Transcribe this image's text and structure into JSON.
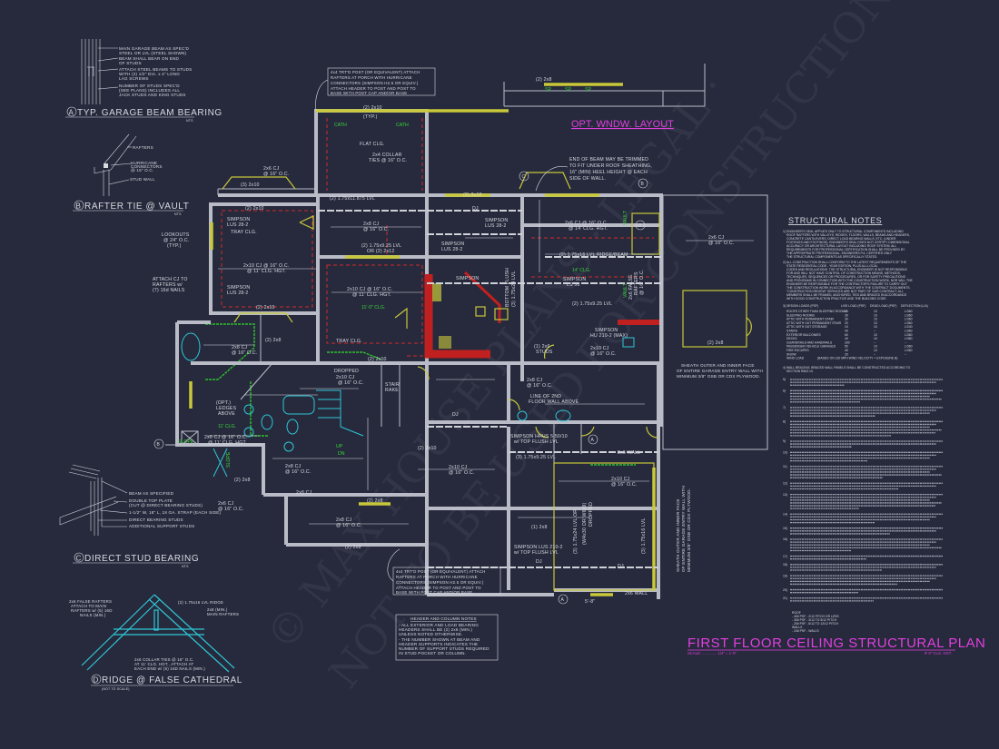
{
  "sheet": {
    "title": "FIRST FLOOR CEILING STRUCTURAL PLAN",
    "scale_label": "SCALE: .............. 1/4\" = 1'-0\"",
    "ceiling_height": "9'-0\" CLG. HGT.",
    "opt_window_layout": "OPT. WNDW. LAYOUT",
    "watermark": "© Max House Plans — Not To Be Used For Construction — LEGAL"
  },
  "details": {
    "a": {
      "title": "TYP. GARAGE BEAM BEARING",
      "nts": "NTS",
      "marker": "A",
      "notes": [
        "MAIN GARAGE BEAM AS SPEC'D",
        "STEEL OR LVL (STEEL SHOWN)",
        "BEAM SHALL BEAR ON END",
        "OF STUDS",
        "ATTACH STEEL BEAMS TO STUDS",
        "WITH (2) 1/2\" DIA. x 4\" LONG",
        "LAG SCREWS",
        "NUMBER OF STUDS SPEC'D",
        "(SEE PLANS) INCLUDES ALL",
        "JACK STUDS AND KING STUDS"
      ]
    },
    "b": {
      "title": "RAFTER TIE @ VAULT",
      "nts": "NTS",
      "marker": "B",
      "notes": [
        "RAFTERS",
        "HURRICANE",
        "CONNECTORS",
        "@ 16\" O.C.",
        "STUD WALL"
      ]
    },
    "c": {
      "title": "DIRECT STUD BEARING",
      "nts": "NTS",
      "marker": "C",
      "notes": [
        "BEAM AS SPECIFIED",
        "DOUBLE TOP PLATE",
        "(CUT @ DIRECT BEARING STUDS)",
        "1-1/2\" W, 18\" L, 18 GA. STRAP (EACH SIDE)",
        "DIRECT BEARING STUDS",
        "ADDITIONAL SUPPORT STUDS"
      ]
    },
    "d": {
      "title": "RIDGE @ FALSE CATHEDRAL",
      "nts": "(NOT TO SCALE)",
      "marker": "D",
      "notes": [
        "2x6 FALSE RAFTERS",
        "ATTACH TO MAIN",
        "RAFTERS w/ (5) 16D",
        "NAILS (MIN.)",
        "(2) 1.75x16 LVL RIDGE",
        "2x8 (MIN.)",
        "MAIN RAFTERS",
        "2x6 COLLAR TIES @ 16\" O.C.",
        "AT 11' CLG. HGT., ATTACH AT",
        "EACH END w/ (5) 16D NAILS (MIN.)"
      ]
    }
  },
  "callouts": {
    "porch_top": [
      "4x4 TRT'D POST (OR EQUIVALENT) ATTACH",
      "RAFTERS AT PORCH WITH HURRICANE",
      "CONNECTORS (SIMPSON H2.5 OR EQUIV.)",
      "ATTACH HEADER TO POST AND POST TO",
      "BASE WITH POST CAP AND/OR BASE"
    ],
    "porch_bottom": [
      "4x4 TRT'D POST (OR EQUIVALENT) ATTACH",
      "RAFTERS AT PORCH WITH HURRICANE",
      "CONNECTORS (SIMPSON H2.5 OR EQUIV.)",
      "ATTACH HEADER TO POST AND POST TO",
      "BASE WITH POST CAP AND/OR BASE"
    ],
    "beam_end": [
      "END OF BEAM MAY BE TRIMMED",
      "TO FIT UNDER ROOF SHEATHING,",
      "16\" (MIN) HEEL HEIGHT @ EACH",
      "SIDE OF WALL."
    ],
    "garage_sheath_1": [
      "SHEATH OUTER AND INNER FACE",
      "OF ENTIRE GARAGE ENTRY WALL WITH",
      "MINIMUM 3/8\" OSB OR CDX PLYWOOD."
    ],
    "garage_sheath_2": [
      "SHEATH OUTER AND INNER FACE",
      "OF ENTIRE GARAGE ENTRY WALL WITH",
      "MINIMUM 3/8\" OSB OR CDX PLYWOOD."
    ]
  },
  "header_column_notes": {
    "title": "HEADER AND COLUMN NOTES",
    "lines": [
      "- ALL EXTERIOR AND LOAD BEARING",
      "HEADERS SHALL BE (2) 2x6 (MIN.)",
      "UNLESS NOTED OTHERWISE.",
      "- THE NUMBER SHOWN AT BEAM AND",
      "HEADER SUPPORTS INDICATES THE",
      "NUMBER OF SUPPORT STUDS REQUIRED",
      "IN STUD POCKET OR COLUMN."
    ]
  },
  "plan_labels": {
    "l0": "(2) 2x10",
    "l1": "(TYP.)",
    "l2": "CATH",
    "l3": "CATH",
    "l4": "FLAT CLG.",
    "l5": "2x4 COLLAR",
    "l6": "TIES @ 16\" O.C.",
    "l7": "(2) 1.75x11.875 LVL",
    "l8": "2x6 CJ",
    "l9": "@ 16\" O.C.",
    "l10": "(3) 2x10",
    "l11": "(2) 2x10",
    "l12": "SIMPSON",
    "l13": "LUS 28-2",
    "l14": "TRAY CLG.",
    "l15": "LOOKOUTS",
    "l16": "@ 24\" O.C.",
    "l17": "(TYP.)",
    "l18": "2x10 CJ @ 16\" O.C.",
    "l19": "@ 11' CLG. HGT.",
    "l20": "ATTACH CJ TO",
    "l21": "RAFTERS w/",
    "l22": "(7) 16d NAILS",
    "l23": "SIMPSON",
    "l24": "LUS 28-2",
    "l25": "(2) 2x10",
    "l26": "2x8 CJ",
    "l27": "@ 16\" O.C.",
    "l28": "(2) 1.75x9.25 LVL",
    "l29": "OR (2) 2x12",
    "l30": "2x10 CJ @ 16\" O.C.",
    "l31": "@ 11' CLG. HGT.",
    "l32": "11'-0\" CLG.",
    "l33": "TRAY CLG.",
    "l34": "DJ",
    "l35": "(2) 2x10",
    "l36": "(2) 2x10",
    "l37": "2x6 CJ @ 16\" O.C.",
    "l38": "@ 14' CLG. HGT.",
    "l39": "(2) 1.75x16 LVL RIDGE/BEAM",
    "l40": "14' CLG.",
    "l41": "SIMPSON",
    "l42": "LS 50",
    "l43": "BOTTOM FLUSH",
    "l44": "(3) 1.75x24 LVL",
    "l45": "VAULT",
    "l46": "VAULT",
    "l47": "2x6 FALSE",
    "l48": "RAFTERS",
    "l49": "@ 16\" O.C.",
    "l50": "(2) 1.75x9.25 LVL",
    "l51": "SIMPSON",
    "l52": "HU 210-2 (MAX)",
    "l53": "2x10 CJ",
    "l54": "@ 16\" O.C.",
    "l55": "(1) 2x6",
    "l56": "STUDS",
    "l57": "2x8 CJ",
    "l58": "@ 16\" O.C.",
    "l59": "DROPPED",
    "l60": "2x10 CJ",
    "l61": "@ 16\" O.C.",
    "l62": "STAIR",
    "l63": "RAKE",
    "l64": "LINE OF 2ND",
    "l65": "FLOOR WALL ABOVE",
    "l66": "DJ",
    "l67": "SIMPSON HHUS 5.50/10",
    "l68": "w/ TOP FLUSH LVL",
    "l69": "(3) 1.75x9.25 LVL",
    "l70": "2x10 CJ",
    "l71": "@ 16\" O.C.",
    "l72": "(3) 1.75x24 LVL OR",
    "l73": "(W4x30 OR W6x9)",
    "l74": "DROPPED",
    "l75": "SIMPSON LUS 210-2",
    "l76": "w/ TOP FLUSH LVL",
    "l77": "DJ",
    "l78": "2x6 WALL",
    "l79": "(3) 1.75x16 LVL",
    "l80": "2x10 CJ",
    "l81": "@ 16\" O.C.",
    "l82": "2x6 WALL",
    "l83": "2x6 CJ",
    "l84": "@ 16\" O.C.",
    "l85": "(2) 2x8",
    "l86": "(2) 2x10",
    "l87": "2x8 CJ",
    "l88": "@ 16\" O.C.",
    "l89": "(2) 2x8",
    "l90": "(OPT.)",
    "l91": "LEDGES",
    "l92": "ABOVE",
    "l93": "11' CLG.",
    "l94": "2x6 CJ @ 16\" O.C.",
    "l95": "@ 11' CLG. HGT.",
    "l96": "2x8 CJ",
    "l97": "@ 16\" O.C.",
    "l98": "2x6 CJ",
    "l99": "@ 16\" O.C.",
    "l100": "SLOPE",
    "l101": "SLOPE",
    "l102": "2x8 CJ",
    "l103": "@ 16\" O.C.",
    "l104": "(2) 2x8",
    "l105": "(2) 2x8",
    "l106": "2x8 CJ",
    "l107": "@ 16\" O.C.",
    "l108": "(2) 2x8",
    "l109": "(2) 2x8",
    "l110": "SP",
    "l111": "SP",
    "l112": "SP",
    "l113": "(1) 2x8",
    "l114": "DJ",
    "l115": "5'-8\"",
    "l116": "UP",
    "l117": "DN"
  },
  "structural_notes": {
    "title": "STRUCTURAL NOTES",
    "note1": [
      "1) ENGINEER'S SEAL APPLIES ONLY TO STRUCTURAL COMPONENTS INCLUDING",
      "ROOF RAFTERS WITH VALLEYS, RIDGES, FLOORS, WALLS, BEAMS AND HEADERS,",
      "CONCRETE CANTILEVERS, DIRECT LOAD BEARING WALLS, ETC. (UNDER",
      "FOOTINGS AND FOOTINGS). ENGINEER'S SEAL DOES NOT CERTIFY DIMENSIONAL",
      "ACCURACY OR ARCHITECTURAL LAYOUT INCLUDING ROOF SYSTEM. ALL",
      "REQUIREMENTS FOR PROFESSIONAL CERTIFICATION SHALL BE PROVIDED BY",
      "THE APPROPRIATE PROFESSIONAL. ENGINEERS P.A. CERTIFIES ONLY",
      "THE STRUCTURAL COMPONENTS AS SPECIFICALLY STATED."
    ],
    "note2": [
      "2) ALL CONSTRUCTION SHALL CONFORM TO THE LATEST REQUIREMENTS OF THE",
      "STATE RESIDENTIAL CODE - YEAR EDITION, PLUS ALL LOCAL",
      "CODES AND REGULATIONS. THE STRUCTURAL ENGINEER IS NOT RESPONSIBLE",
      "FOR AND WILL NOT HAVE CONTROL OF CONSTRUCTION MEANS, METHODS,",
      "TECHNIQUES, SEQUENCES OR PROCEDURES, OR FOR SAFETY PRECAUTIONS",
      "AND PROGRAMS IN CONNECTION WITH THE CONSTRUCTION WORK, NOR WILL THE",
      "ENGINEER BE RESPONSIBLE FOR THE CONTRACTOR'S FAILURE TO CARRY OUT",
      "THE CONSTRUCTION WORK IN ACCORDANCE WITH THE CONTRACT DOCUMENTS.",
      "\"CONSTRUCTION REVIEW\" SERVICES ARE NOT PART OF OUR CONTRACT. ALL",
      "MEMBERS SHALL BE FRAMED, ANCHORED, TIED AND BRACED IN ACCORDANCE",
      "WITH GOOD CONSTRUCTION PRACTICE AND THE BUILDING CODE."
    ],
    "loads_header": [
      "3) DESIGN LOADS (PSF)",
      "LIVE LOAD (PSF)",
      "DEAD LOAD (PSF)",
      "DEFLECTION (L/Δ)"
    ],
    "loads": [
      [
        "ROOFS OTHER THAN SLEEPING ROOMS",
        "40",
        "10",
        "L/360"
      ],
      [
        "SLEEPING ROOMS",
        "30",
        "10",
        "L/360"
      ],
      [
        "ATTIC WITH PERMANENT STAIR",
        "30",
        "10",
        "L/360"
      ],
      [
        "ATTIC WITH OUT PERMANENT STAIR",
        "20",
        "10",
        "L/360"
      ],
      [
        "ATTIC WITH OUT STORAGE",
        "10",
        "10",
        "L/240"
      ],
      [
        "STAIRS",
        "40",
        "--",
        "L/360"
      ],
      [
        "EXTERIOR BALCONIES",
        "60",
        "10",
        "L/360"
      ],
      [
        "DECKS",
        "40",
        "10",
        "L/360"
      ],
      [
        "GUARDRAILS AND HANDRAILS",
        "200",
        "--",
        "--"
      ],
      [
        "PASSENGER VEHICLE GARAGES",
        "50",
        "10",
        "L/360"
      ],
      [
        "FIRE ESCAPES",
        "40",
        "10",
        "L/360"
      ],
      [
        "SNOW",
        "20",
        "--",
        "--"
      ],
      [
        "WIND LOAD",
        "(BASED ON 130 MPH WIND VELOCITY + EXPOSURE B)",
        "",
        ""
      ]
    ],
    "note4": [
      "4) WALL BRACING: BRACED WALL PANELS SHALL BE CONSTRUCTED ACCORDING TO",
      "SECTION R602.10."
    ],
    "remaining_note_numbers": [
      "5)",
      "6)",
      "7)",
      "8)",
      "9)",
      "10)",
      "11)",
      "12)",
      "13)",
      "14)",
      "15)",
      "16)",
      "17)",
      "18)",
      "19)",
      "20)",
      "21)"
    ],
    "roof_loads": [
      "ROOF",
      "- 40# PSF - 2/12 PITCH OR LESS",
      "- 30# PSF - 3/12 TO 5/12 PITCH",
      "- 20# PSF - 6/12 TO 12/12 PITCH",
      "WALLS",
      "- 24# PSF - WALLS"
    ]
  },
  "colors": {
    "background": "#262a3c",
    "walls": "#b9bcc6",
    "beam": "#c8c83a",
    "ceiling_change": "#d22a2a",
    "soffit": "#2fbf2f",
    "fixtures": "#2fc6d6",
    "titles": "#e23fe0",
    "text": "#d9dbe2"
  }
}
